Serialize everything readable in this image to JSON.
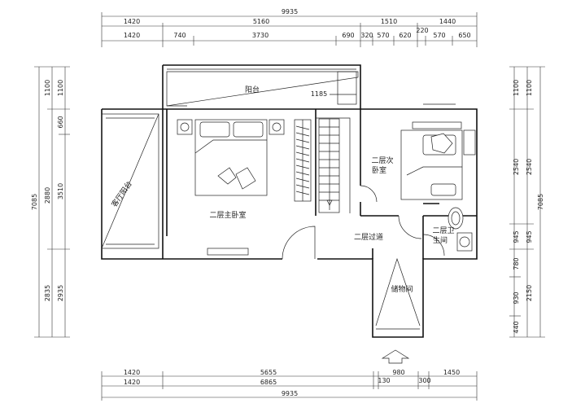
{
  "plan": {
    "top_dimensions": {
      "overall": "9935",
      "row1": [
        "1420",
        "5160",
        "1510",
        "1440"
      ],
      "row2": [
        "1420",
        "740",
        "3730",
        "690",
        "320",
        "570",
        "620",
        "220",
        "570",
        "650"
      ]
    },
    "bottom_dimensions": {
      "row1": [
        "1420",
        "5655",
        "980",
        "1450"
      ],
      "row2": [
        "1420",
        "6865",
        "130",
        "300"
      ],
      "overall": "9935"
    },
    "left_dimensions": {
      "overall": "7085",
      "row1": [
        "1100",
        "660",
        "3510",
        "2935"
      ],
      "row2": [
        "1100",
        "2880",
        "2835"
      ]
    },
    "right_dimensions": {
      "overall": "7085",
      "row1": [
        "1100",
        "2540",
        "945",
        "780",
        "930",
        "440"
      ],
      "row2": [
        "1100",
        "2540",
        "945",
        "2150"
      ]
    },
    "inner_labels": [
      "1185"
    ],
    "rooms": {
      "balcony": "阳台",
      "living_balcony": "客厅阳台",
      "master_bedroom": "二层主卧室",
      "second_bedroom_line1": "二层次",
      "second_bedroom_line2": "卧室",
      "corridor": "二层过道",
      "bathroom_line1": "二层卫",
      "bathroom_line2": "生间",
      "storage": "储物间"
    }
  }
}
